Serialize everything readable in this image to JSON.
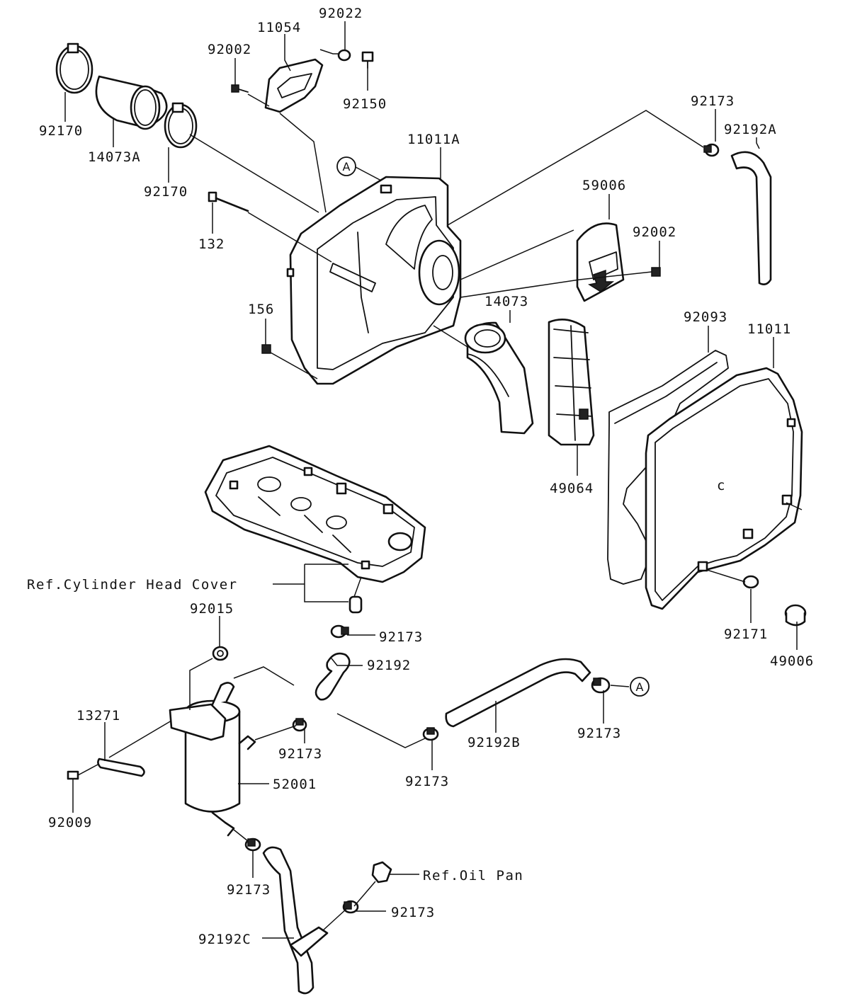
{
  "labels": {
    "p92022": "92022",
    "p11054": "11054",
    "p92002_top": "92002",
    "p92150": "92150",
    "p92170_left": "92170",
    "p14073A": "14073A",
    "p92170_mid": "92170",
    "p11011A": "11011A",
    "p132": "132",
    "p156": "156",
    "p92173_tr": "92173",
    "p92192A": "92192A",
    "p59006": "59006",
    "p92002_mid": "92002",
    "p14073": "14073",
    "p92093": "92093",
    "p11011": "11011",
    "p49064": "49064",
    "ref_cyl": "Ref.Cylinder Head Cover",
    "p92015": "92015",
    "p92173_a": "92173",
    "p92192": "92192",
    "p92171": "92171",
    "p49006": "49006",
    "p13271": "13271",
    "p92173_b": "92173",
    "p92192B": "92192B",
    "p92173_c": "92173",
    "p92173_d": "92173",
    "p52001": "52001",
    "p92009": "92009",
    "p92173_e": "92173",
    "ref_oil": "Ref.Oil Pan",
    "p92173_f": "92173",
    "p92192C": "92192C",
    "callout_top": "A",
    "callout_bottom": "A",
    "mark_c": "c"
  }
}
